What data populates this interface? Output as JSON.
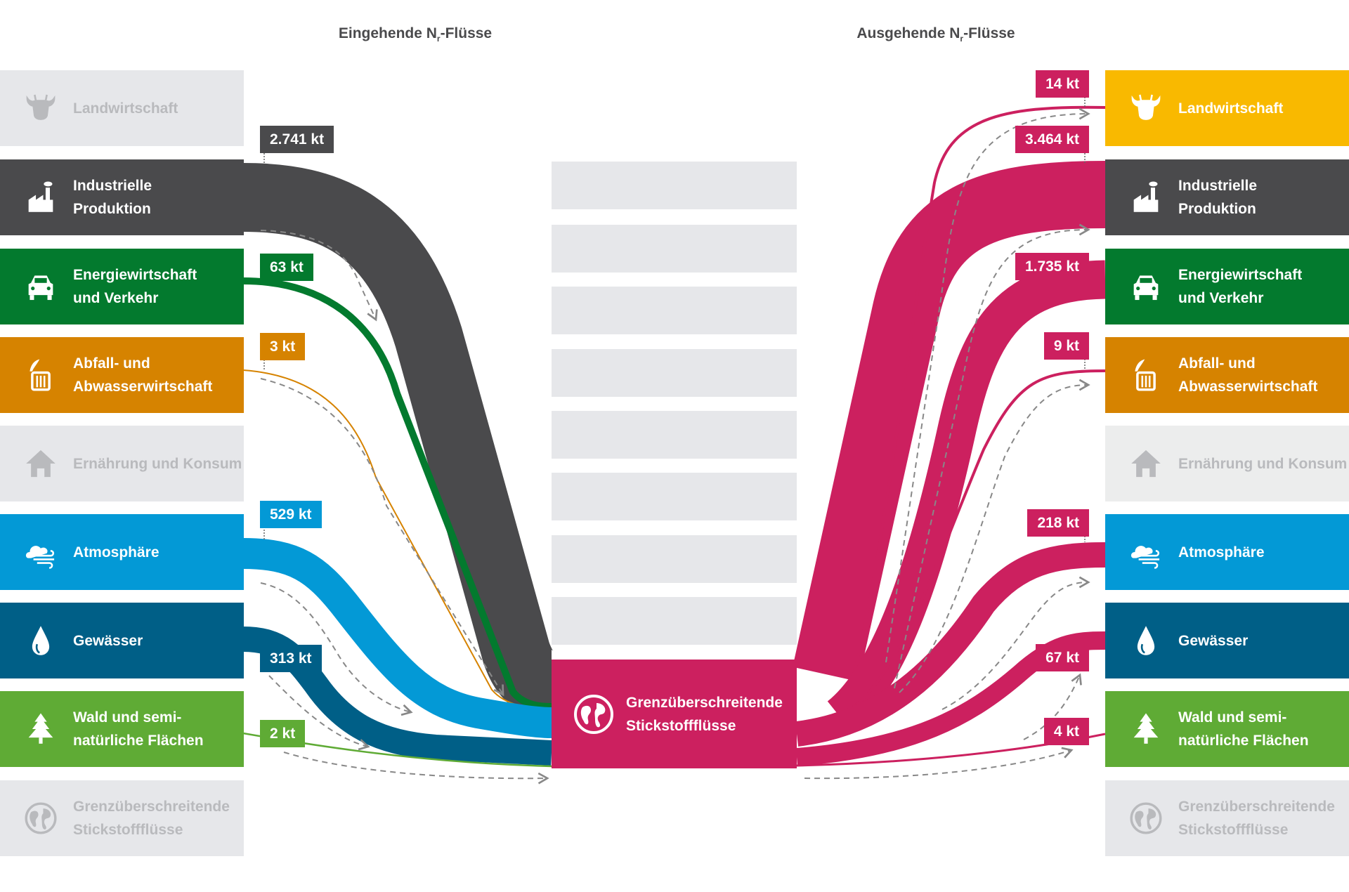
{
  "titles": {
    "incoming": "Eingehende N",
    "incoming_sub": "r",
    "incoming_rest": "-Flüsse",
    "outgoing": "Ausgehende N",
    "outgoing_sub": "r",
    "outgoing_rest": "-Flüsse"
  },
  "colors": {
    "industry": "#4a4a4c",
    "energy": "#037a2e",
    "waste": "#d68300",
    "atmosphere": "#0399d6",
    "water": "#005f87",
    "forest": "#5fab35",
    "agriculture": "#f9b900",
    "transboundary": "#cc205f",
    "muted": "#e6e7ea"
  },
  "left": {
    "rows": [
      {
        "id": "agriculture",
        "icon": "cow-icon",
        "lines": [
          "Landwirtschaft"
        ],
        "muted": true
      },
      {
        "id": "industry",
        "icon": "factory-icon",
        "lines": [
          "Industrielle",
          "Produktion"
        ],
        "muted": false
      },
      {
        "id": "energy",
        "icon": "car-icon",
        "lines": [
          "Energiewirtschaft",
          "und Verkehr"
        ],
        "muted": false
      },
      {
        "id": "waste",
        "icon": "trash-icon",
        "lines": [
          "Abfall- und",
          "Abwasserwirtschaft"
        ],
        "muted": false
      },
      {
        "id": "consumption",
        "icon": "house-icon",
        "lines": [
          "Ernährung und Konsum"
        ],
        "muted": true
      },
      {
        "id": "atmosphere",
        "icon": "cloud-wind-icon",
        "lines": [
          "Atmosphäre"
        ],
        "muted": false
      },
      {
        "id": "water",
        "icon": "drop-icon",
        "lines": [
          "Gewässer"
        ],
        "muted": false
      },
      {
        "id": "forest",
        "icon": "tree-icon",
        "lines": [
          "Wald und semi-",
          "natürliche Flächen"
        ],
        "muted": false
      },
      {
        "id": "transboundary",
        "icon": "globe-icon",
        "lines": [
          "Grenzüberschreitende",
          "Stickstoffflüsse"
        ],
        "muted": true
      }
    ],
    "flows": [
      {
        "from": "industry",
        "value": "2.741 kt"
      },
      {
        "from": "energy",
        "value": "63 kt"
      },
      {
        "from": "waste",
        "value": "3 kt"
      },
      {
        "from": "atmosphere",
        "value": "529 kt"
      },
      {
        "from": "water",
        "value": "313 kt"
      },
      {
        "from": "forest",
        "value": "2 kt"
      }
    ]
  },
  "right": {
    "rows": [
      {
        "id": "agriculture",
        "icon": "cow-icon",
        "lines": [
          "Landwirtschaft"
        ],
        "muted": false
      },
      {
        "id": "industry",
        "icon": "factory-icon",
        "lines": [
          "Industrielle",
          "Produktion"
        ],
        "muted": false
      },
      {
        "id": "energy",
        "icon": "car-icon",
        "lines": [
          "Energiewirtschaft",
          "und Verkehr"
        ],
        "muted": false
      },
      {
        "id": "waste",
        "icon": "trash-icon",
        "lines": [
          "Abfall- und",
          "Abwasserwirtschaft"
        ],
        "muted": false
      },
      {
        "id": "consumption",
        "icon": "house-icon",
        "lines": [
          "Ernährung und Konsum"
        ],
        "muted": true
      },
      {
        "id": "atmosphere",
        "icon": "cloud-wind-icon",
        "lines": [
          "Atmosphäre"
        ],
        "muted": false
      },
      {
        "id": "water",
        "icon": "drop-icon",
        "lines": [
          "Gewässer"
        ],
        "muted": false
      },
      {
        "id": "forest",
        "icon": "tree-icon",
        "lines": [
          "Wald und semi-",
          "natürliche Flächen"
        ],
        "muted": false
      },
      {
        "id": "transboundary",
        "icon": "globe-icon",
        "lines": [
          "Grenzüberschreitende",
          "Stickstoffflüsse"
        ],
        "muted": true
      }
    ],
    "flows": [
      {
        "to": "agriculture",
        "value": "14 kt"
      },
      {
        "to": "industry",
        "value": "3.464 kt"
      },
      {
        "to": "energy",
        "value": "1.735 kt"
      },
      {
        "to": "waste",
        "value": "9 kt"
      },
      {
        "to": "atmosphere",
        "value": "218 kt"
      },
      {
        "to": "water",
        "value": "67 kt"
      },
      {
        "to": "forest",
        "value": "4 kt"
      }
    ]
  },
  "center": {
    "lines": [
      "Grenzüberschreitende",
      "Stickstoffflüsse"
    ],
    "icon": "globe-icon"
  }
}
